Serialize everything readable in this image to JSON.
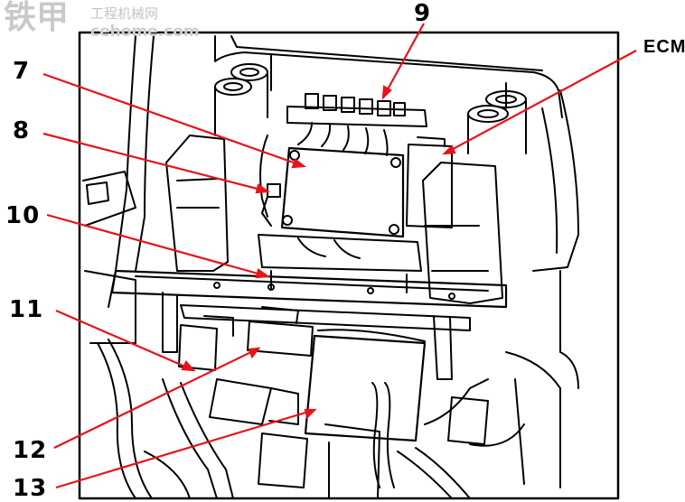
{
  "watermark": {
    "main": "铁甲",
    "sub": "工程机械网",
    "url": "cehome.com"
  },
  "callouts": [
    {
      "id": "9",
      "label": "9"
    },
    {
      "id": "ecm",
      "label": "ECM"
    },
    {
      "id": "7",
      "label": "7"
    },
    {
      "id": "8",
      "label": "8"
    },
    {
      "id": "10",
      "label": "10"
    },
    {
      "id": "11",
      "label": "11"
    },
    {
      "id": "12",
      "label": "12"
    },
    {
      "id": "13",
      "label": "13"
    }
  ],
  "colors": {
    "leader": "#e8121b",
    "line": "#000000",
    "background": "#ffffff"
  }
}
